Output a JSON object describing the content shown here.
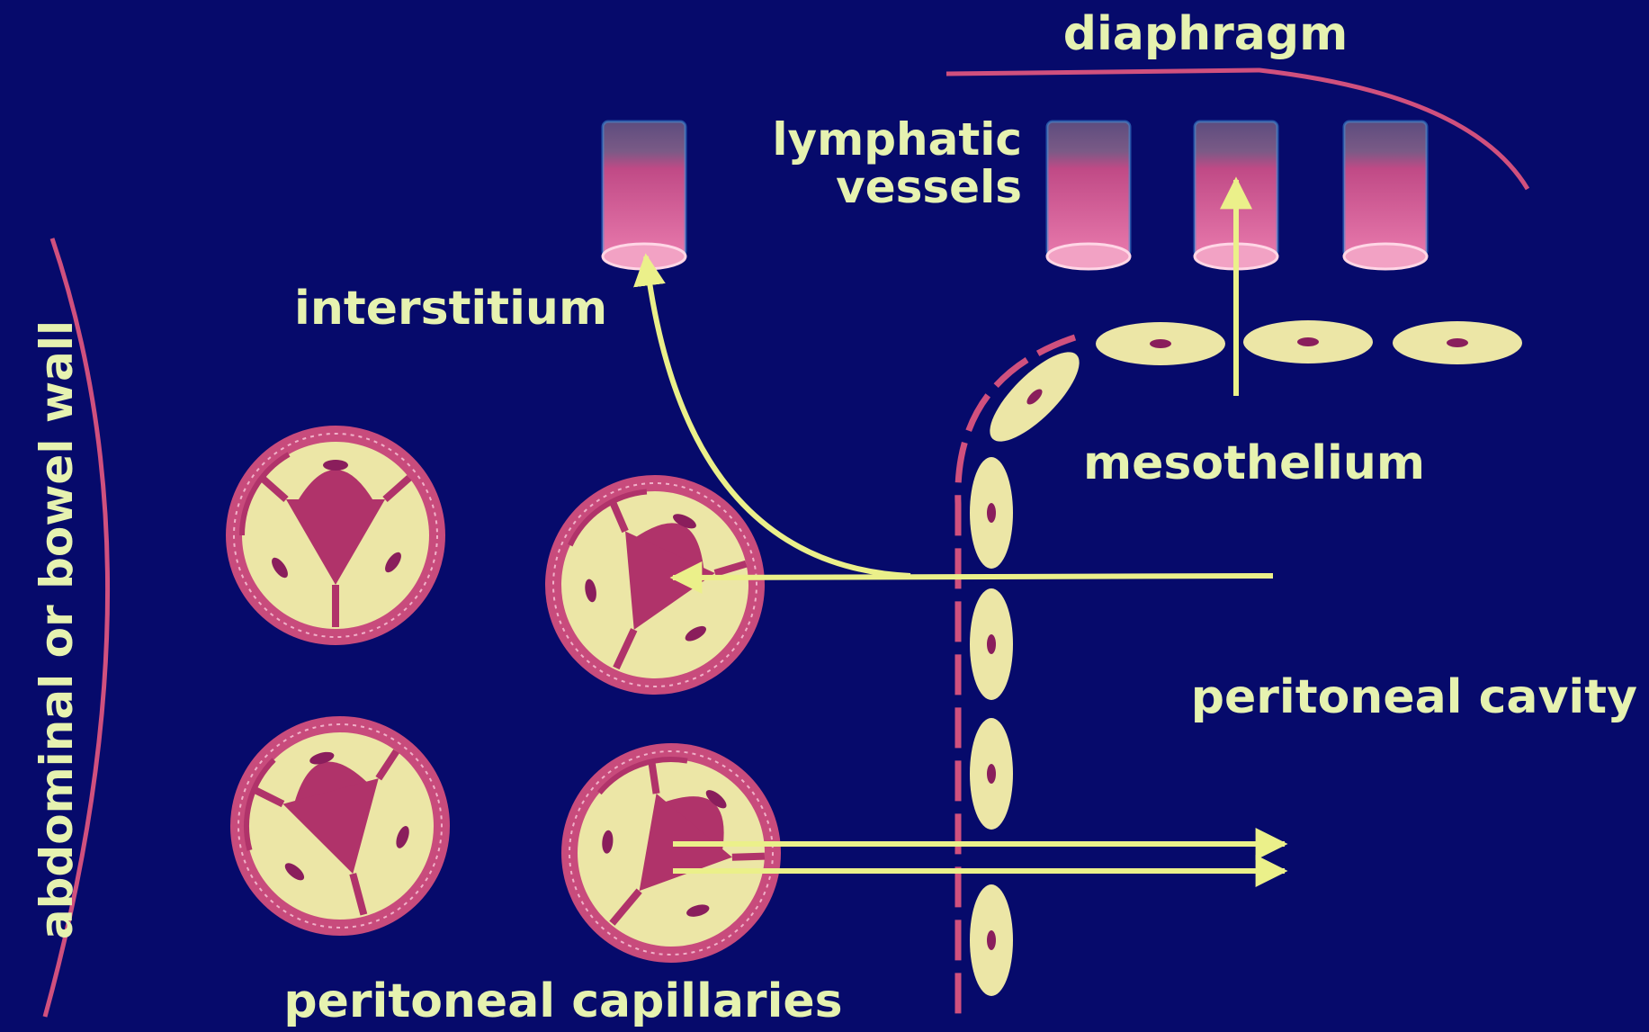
{
  "labels": {
    "diaphragm": "diaphragm",
    "lymphatic_line1": "lymphatic",
    "lymphatic_line2": "vessels",
    "interstitium": "interstitium",
    "mesothelium": "mesothelium",
    "peritoneal_cavity": "peritoneal cavity",
    "peritoneal_capillaries": "peritoneal capillaries",
    "wall": "abdominal or bowel wall"
  },
  "colors": {
    "background": "#060a6b",
    "label_text": "#e6f2b0",
    "membrane_pink": "#d0507e",
    "cell_cream": "#ece6a6",
    "nucleus": "#8a1e5c",
    "capillary_lumen": "#b0336a",
    "arrow": "#ebf08a",
    "vessel_pink": "#e06a9e"
  }
}
